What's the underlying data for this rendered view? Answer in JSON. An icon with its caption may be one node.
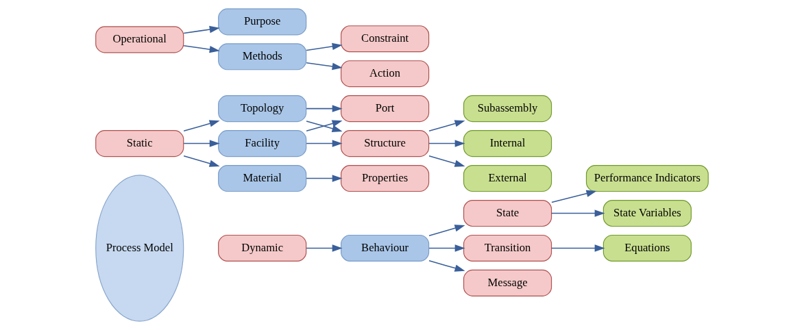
{
  "diagram": {
    "nodes": [
      {
        "text": [
          "Process Model"
        ]
      },
      {
        "text": [
          "Static"
        ]
      },
      {
        "text": [
          "Dynamic"
        ]
      },
      {
        "text": [
          "Operational"
        ]
      },
      {
        "text": [
          "Facility"
        ]
      },
      {
        "text": [
          "Material"
        ]
      },
      {
        "text": [
          "Topology"
        ]
      },
      {
        "text": [
          "Behaviour"
        ]
      },
      {
        "text": [
          "Purpose"
        ]
      },
      {
        "text": [
          "Methods"
        ]
      },
      {
        "text": [
          "Properties"
        ]
      },
      {
        "text": [
          "Structure"
        ]
      },
      {
        "text": [
          "Port"
        ]
      },
      {
        "text": [
          "State"
        ]
      },
      {
        "text": [
          "Transition"
        ]
      },
      {
        "text": [
          "Message"
        ]
      },
      {
        "text": [
          "Constraint"
        ]
      },
      {
        "text": [
          "Action"
        ]
      },
      {
        "text": [
          "Subassembly"
        ]
      },
      {
        "text": [
          "Internal"
        ]
      },
      {
        "text": [
          "External"
        ]
      },
      {
        "text": [
          "Performance Indicators"
        ]
      },
      {
        "text": [
          "State Variables"
        ]
      },
      {
        "text": [
          "Equations"
        ]
      }
    ],
    "edges": [
      {
        "from": 1,
        "to": 4,
        "arrow": "to"
      },
      {
        "from": 1,
        "to": 5,
        "arrow": "to"
      },
      {
        "from": 1,
        "to": 6,
        "arrow": "to"
      },
      {
        "from": 2,
        "to": 7,
        "arrow": "to"
      },
      {
        "from": 3,
        "to": 8,
        "arrow": "to"
      },
      {
        "from": 3,
        "to": 9,
        "arrow": "to"
      },
      {
        "from": 4,
        "to": 11,
        "arrow": "to"
      },
      {
        "from": 4,
        "to": 12,
        "arrow": "to"
      },
      {
        "from": 5,
        "to": 10,
        "arrow": "to"
      },
      {
        "from": 6,
        "to": 11,
        "arrow": "to"
      },
      {
        "from": 6,
        "to": 12,
        "arrow": "to"
      },
      {
        "from": 7,
        "to": 13,
        "arrow": "to"
      },
      {
        "from": 7,
        "to": 14,
        "arrow": "to"
      },
      {
        "from": 7,
        "to": 15,
        "arrow": "to"
      },
      {
        "from": 9,
        "to": 16,
        "arrow": "to"
      },
      {
        "from": 9,
        "to": 17,
        "arrow": "to"
      },
      {
        "from": 11,
        "to": 18,
        "arrow": "to"
      },
      {
        "from": 11,
        "to": 19,
        "arrow": "to"
      },
      {
        "from": 11,
        "to": 20,
        "arrow": "to"
      },
      {
        "from": 13,
        "to": 21,
        "arrow": "to"
      },
      {
        "from": 13,
        "to": 22,
        "arrow": "to"
      },
      {
        "from": 14,
        "to": 23,
        "arrow": "to"
      }
    ]
  }
}
